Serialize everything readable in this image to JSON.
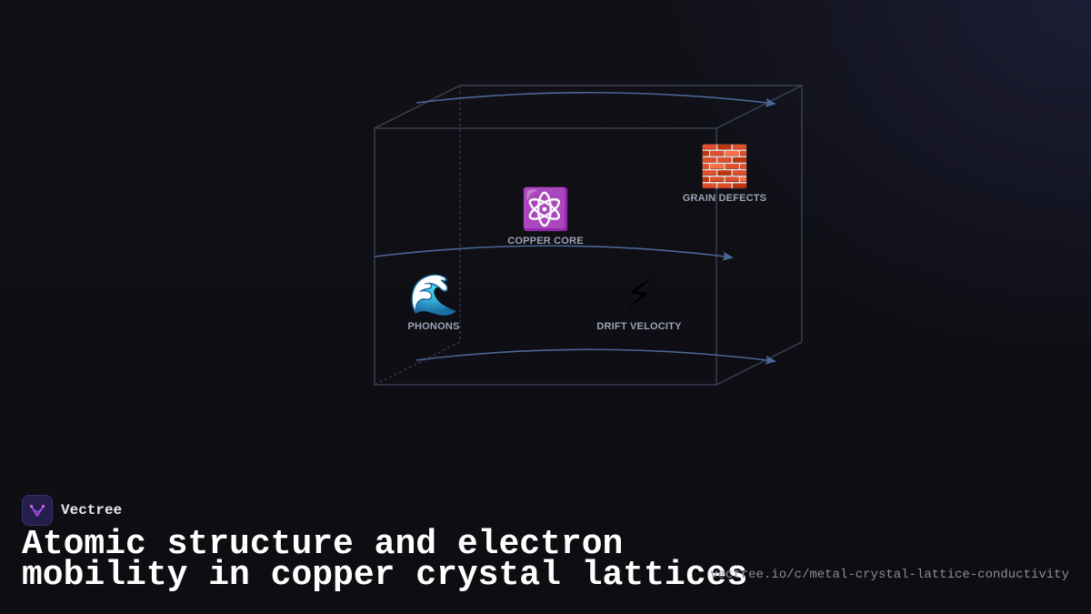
{
  "brand": {
    "name": "Vectree",
    "logo_icon": "vectree-logo-icon",
    "logo_color": "#b04ad8"
  },
  "title": {
    "line1": "Atomic structure and electron",
    "line2": "mobility in copper crystal lattices"
  },
  "url": "vectree.io/c/metal-crystal-lattice-conductivity",
  "colors": {
    "background": "#0e0e13",
    "box_edge": "#3a4356",
    "flow_arrow": "#4a6796",
    "label": "#9aa3b8"
  },
  "diagram": {
    "nodes": [
      {
        "id": "copper-core",
        "emoji": "⚛️",
        "icon": "atom-icon",
        "label": "COPPER CORE"
      },
      {
        "id": "grain-defects",
        "emoji": "🧱",
        "icon": "brick-wall-icon",
        "label": "GRAIN DEFECTS"
      },
      {
        "id": "phonons",
        "emoji": "🌊",
        "icon": "wave-icon",
        "label": "PHONONS"
      },
      {
        "id": "drift-velocity",
        "emoji": "⚡",
        "icon": "lightning-bolt-icon",
        "label": "DRIFT VELOCITY"
      }
    ]
  }
}
